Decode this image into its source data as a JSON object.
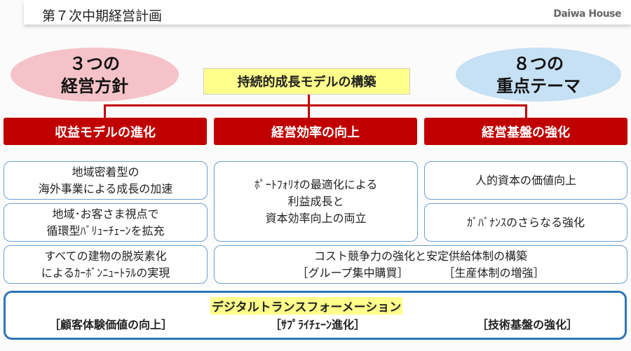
{
  "header": {
    "title": "第７次中期経営計画",
    "logo": "Daiwa House"
  },
  "left_ellipse": {
    "line1": "３つの",
    "line2": "経営方針"
  },
  "right_ellipse": {
    "line1": "８つの",
    "line2": "重点テーマ"
  },
  "center": "持続的成長モデルの構築",
  "policies": [
    "収益モデルの進化",
    "経営効率の向上",
    "経営基盤の強化"
  ],
  "themes": {
    "left": [
      [
        "地域密着型の",
        "海外事業による成長の加速"
      ],
      [
        "地域･お客さま視点で",
        "循環型ﾊﾞﾘｭｰﾁｪｰﾝを拡充"
      ],
      [
        "すべての建物の脱炭素化",
        "によるｶｰﾎﾞﾝﾆｭｰﾄﾗﾙの実現"
      ]
    ],
    "middle_top": [
      "ﾎﾟｰﾄﾌｫﾘｵの最適化による",
      "利益成長",
      "と",
      "資本効率向上の両立"
    ],
    "middle_bottom": {
      "line1": "コスト競争力の強化と安定供給体制の構築",
      "sub1": "［グループ集中購買］",
      "sub2": "［生産体制の増強］"
    },
    "right": [
      "人的資本の価値向上",
      "ｶﾞﾊﾞﾅﾝｽのさらなる強化"
    ]
  },
  "dx": {
    "title": "デジタルトランスフォーメーション",
    "items": [
      "［顧客体験価値の向上］",
      "［ｻﾌﾟﾗｲﾁｪｰﾝ進化］",
      "［技術基盤の強化］"
    ]
  }
}
